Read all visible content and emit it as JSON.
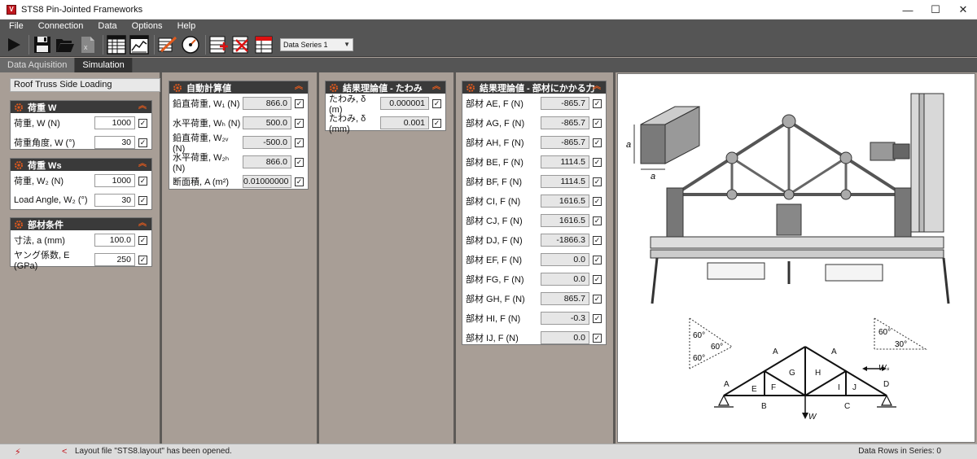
{
  "window": {
    "title": "STS8 Pin-Jointed Frameworks",
    "minimize": "—",
    "maximize": "☐",
    "close": "✕"
  },
  "menu": {
    "file": "File",
    "connection": "Connection",
    "data": "Data",
    "options": "Options",
    "help": "Help"
  },
  "toolbar": {
    "series_selected": "Data Series 1"
  },
  "tabs": {
    "acquisition": "Data Aquisition",
    "simulation": "Simulation"
  },
  "case_name": "Roof Truss Side Loading",
  "panel_w": {
    "title": "荷重 W",
    "rows": [
      {
        "label": "荷重, W (N)",
        "value": "1000"
      },
      {
        "label": "荷重角度, W (°)",
        "value": "30"
      }
    ]
  },
  "panel_ws": {
    "title": "荷重 Ws",
    "rows": [
      {
        "label": "荷重, W₂ (N)",
        "value": "1000"
      },
      {
        "label": "Load Angle, W₂ (°)",
        "value": "30"
      }
    ]
  },
  "panel_member": {
    "title": "部材条件",
    "rows": [
      {
        "label": "寸法, a (mm)",
        "value": "100.0"
      },
      {
        "label": "ヤング係数, E (GPa)",
        "value": "250"
      }
    ]
  },
  "panel_auto": {
    "title": "自動計算値",
    "rows": [
      {
        "label": "鉛直荷重, W₁ (N)",
        "value": "866.0"
      },
      {
        "label": "水平荷重, Wₕ (N)",
        "value": "500.0"
      },
      {
        "label": "鉛直荷重, W₂ᵥ (N)",
        "value": "-500.0"
      },
      {
        "label": "水平荷重, W₂ₕ (N)",
        "value": "866.0"
      },
      {
        "label": "断面積, A (m²)",
        "value": "0.01000000"
      }
    ]
  },
  "panel_deflection": {
    "title": "結果理論値 - たわみ",
    "rows": [
      {
        "label": "たわみ, δ (m)",
        "value": "0.000001"
      },
      {
        "label": "たわみ, δ (mm)",
        "value": "0.001"
      }
    ]
  },
  "panel_forces": {
    "title": "結果理論値 - 部材にかかる力",
    "rows": [
      {
        "label": "部材 AE, F (N)",
        "value": "-865.7"
      },
      {
        "label": "部材 AG, F (N)",
        "value": "-865.7"
      },
      {
        "label": "部材 AH, F (N)",
        "value": "-865.7"
      },
      {
        "label": "部材 BE, F (N)",
        "value": "1114.5"
      },
      {
        "label": "部材 BF, F (N)",
        "value": "1114.5"
      },
      {
        "label": "部材 CI, F (N)",
        "value": "1616.5"
      },
      {
        "label": "部材 CJ, F (N)",
        "value": "1616.5"
      },
      {
        "label": "部材 DJ, F (N)",
        "value": "-1866.3"
      },
      {
        "label": "部材 EF, F (N)",
        "value": "0.0"
      },
      {
        "label": "部材 FG, F (N)",
        "value": "0.0"
      },
      {
        "label": "部材 GH, F (N)",
        "value": "865.7"
      },
      {
        "label": "部材 HI, F (N)",
        "value": "-0.3"
      },
      {
        "label": "部材 IJ, F (N)",
        "value": "0.0"
      }
    ]
  },
  "diagram": {
    "dim_a": "a",
    "angle_60": "60°",
    "angle_30": "30°",
    "labels": [
      "A",
      "A",
      "A",
      "D",
      "E",
      "F",
      "G",
      "H",
      "I",
      "J",
      "B",
      "C"
    ],
    "load_w": "W",
    "load_ws": "Wₛ"
  },
  "status": {
    "message": "Layout file \"STS8.layout\" has been opened.",
    "rows": "Data Rows in Series: 0"
  },
  "colors": {
    "accent": "#e05a1e",
    "header": "#3a3a3a",
    "toolbar": "#555555"
  }
}
